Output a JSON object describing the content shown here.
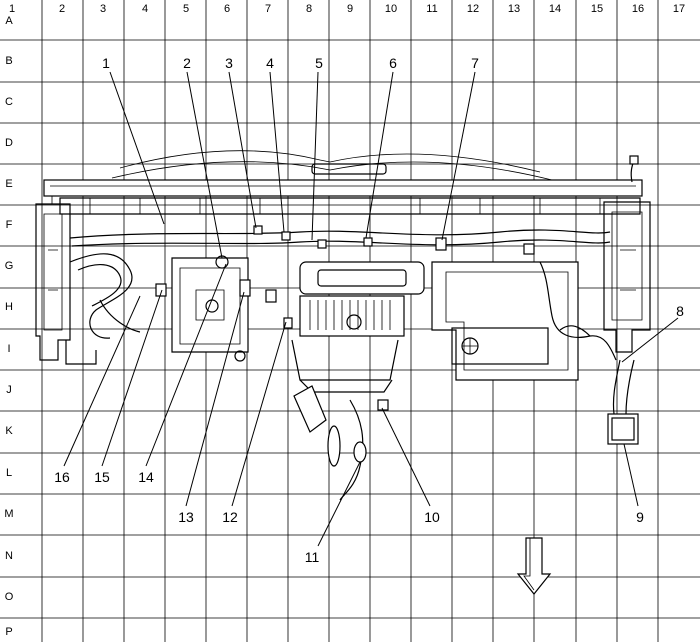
{
  "grid": {
    "columns": [
      "1",
      "2",
      "3",
      "4",
      "5",
      "6",
      "7",
      "8",
      "9",
      "10",
      "11",
      "12",
      "13",
      "14",
      "15",
      "16",
      "17"
    ],
    "rows": [
      "A",
      "B",
      "C",
      "D",
      "E",
      "F",
      "G",
      "H",
      "I",
      "J",
      "K",
      "L",
      "M",
      "N",
      "O",
      "P"
    ]
  },
  "callouts": [
    {
      "id": "c1",
      "label": "1"
    },
    {
      "id": "c2",
      "label": "2"
    },
    {
      "id": "c3",
      "label": "3"
    },
    {
      "id": "c4",
      "label": "4"
    },
    {
      "id": "c5",
      "label": "5"
    },
    {
      "id": "c6",
      "label": "6"
    },
    {
      "id": "c7",
      "label": "7"
    },
    {
      "id": "c8",
      "label": "8"
    },
    {
      "id": "c9",
      "label": "9"
    },
    {
      "id": "c10",
      "label": "10"
    },
    {
      "id": "c11",
      "label": "11"
    },
    {
      "id": "c12",
      "label": "12"
    },
    {
      "id": "c13",
      "label": "13"
    },
    {
      "id": "c14",
      "label": "14"
    },
    {
      "id": "c15",
      "label": "15"
    },
    {
      "id": "c16",
      "label": "16"
    }
  ],
  "icons": {
    "direction_arrow": "down-arrow-icon"
  }
}
